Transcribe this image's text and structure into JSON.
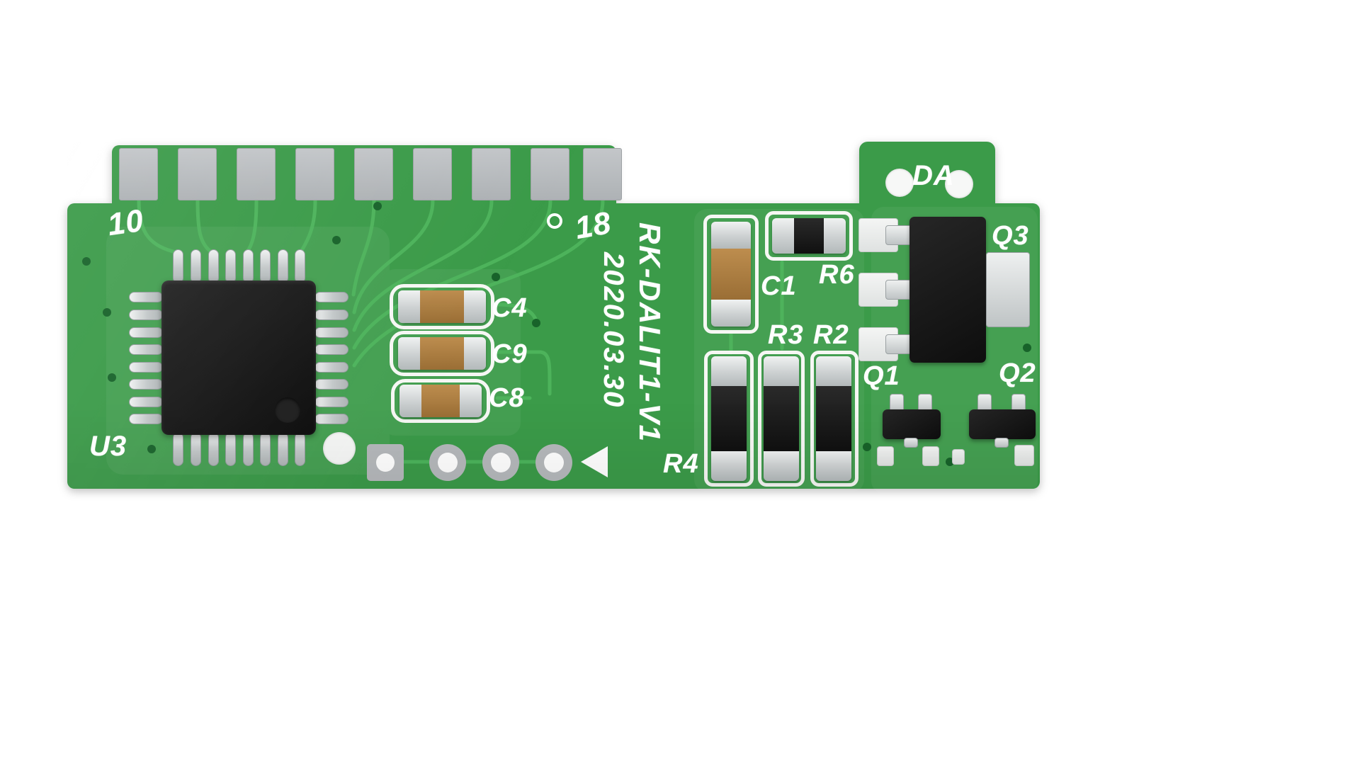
{
  "type": "photograph",
  "subject": "green printed circuit board (PCB), component side, on white background",
  "board": {
    "model": "RK-DALIT1-V1",
    "date": "2020.03.30",
    "silkscreen_labels": {
      "pin10": "10",
      "pin18": "18",
      "u3": "U3",
      "c4": "C4",
      "c9": "C9",
      "c8": "C8",
      "c1": "C1",
      "r6": "R6",
      "r3": "R3",
      "r2": "R2",
      "r4": "R4",
      "q1": "Q1",
      "q2": "Q2",
      "q3": "Q3",
      "da": "DA"
    },
    "colors": {
      "solder_mask_green": "#3b9b4a",
      "trace_green": "#4fb65e",
      "silkscreen_white": "#ffffff",
      "connector_pad_gray": "#b6b9bc",
      "component_body_black": "#171717",
      "capacitor_tan": "#a97c3f",
      "metal_silver": "#d8dbdc"
    },
    "visible_components": [
      {
        "ref": "U3",
        "desc": "black quad-flat-pack IC, 8 leads per side"
      },
      {
        "ref": "C4",
        "desc": "ceramic capacitor, tan body, silver ends"
      },
      {
        "ref": "C9",
        "desc": "ceramic capacitor, tan body, silver ends"
      },
      {
        "ref": "C8",
        "desc": "ceramic capacitor, tan body, silver ends"
      },
      {
        "ref": "C1",
        "desc": "large ceramic capacitor, vertical"
      },
      {
        "ref": "R6",
        "desc": "black chip resistor, horizontal"
      },
      {
        "ref": "R3",
        "desc": "black chip resistor, vertical"
      },
      {
        "ref": "R2",
        "desc": "black chip resistor, vertical"
      },
      {
        "ref": "R4",
        "desc": "black chip resistor, vertical"
      },
      {
        "ref": "Q1",
        "desc": "small black SOT-23 transistor"
      },
      {
        "ref": "Q2",
        "desc": "small black SOT-23 transistor"
      },
      {
        "ref": "Q3",
        "desc": "large black SOT-223 transistor with metal tab"
      }
    ],
    "connector": {
      "finger_count": 9,
      "first_label": "10",
      "last_label": "18"
    }
  }
}
